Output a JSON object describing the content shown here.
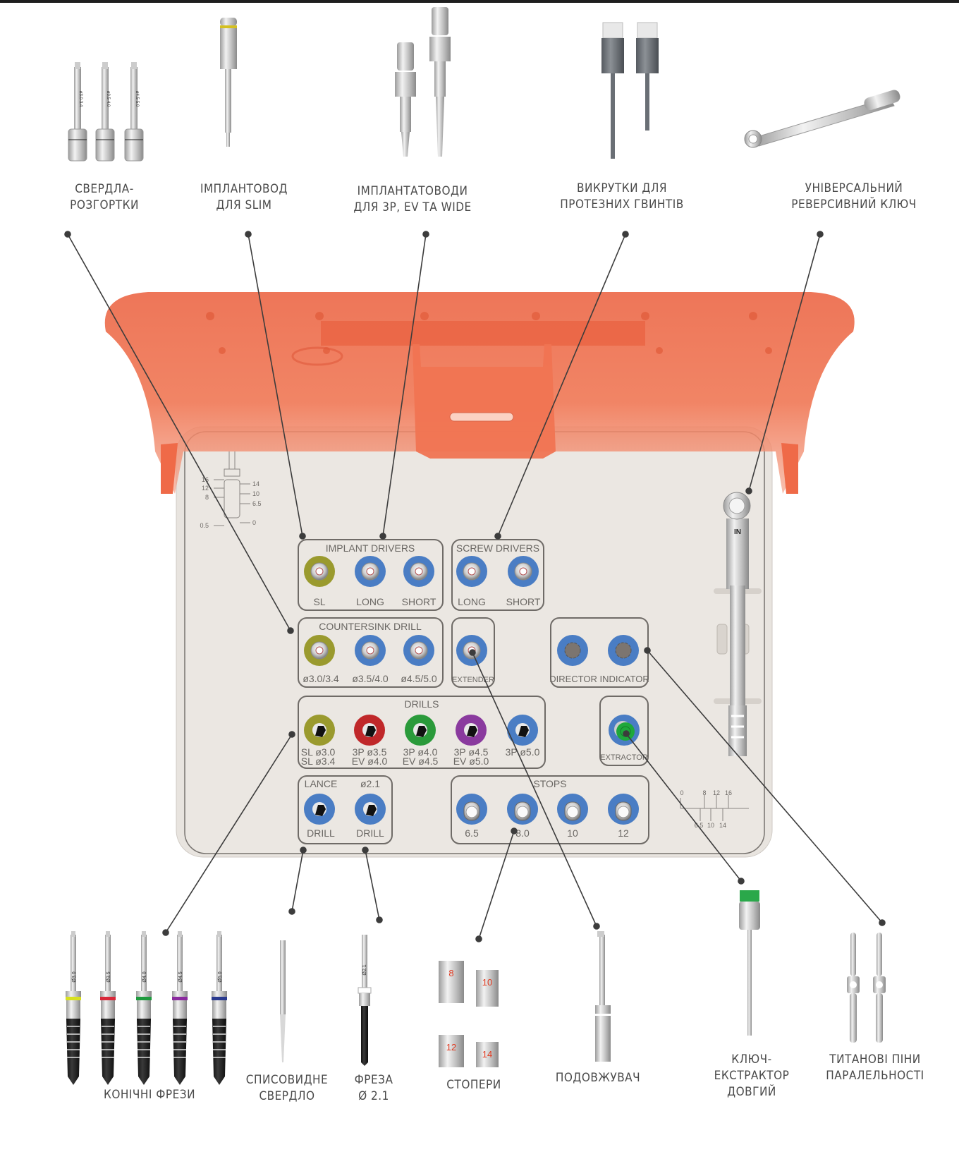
{
  "top_labels": [
    {
      "id": "reamers",
      "lines": [
        "СВЕРДЛА-",
        "РОЗГОРТКИ"
      ]
    },
    {
      "id": "slim-driver",
      "lines": [
        "ІМПЛАНТОВОД",
        "ДЛЯ SLIM"
      ]
    },
    {
      "id": "drivers-3p",
      "lines": [
        "ІМПЛАНТАТОВОДИ",
        "ДЛЯ 3P, EV ТА WIDE"
      ]
    },
    {
      "id": "screwdrivers",
      "lines": [
        "ВИКРУТКИ ДЛЯ",
        "ПРОТЕЗНИХ ГВИНТІВ"
      ]
    },
    {
      "id": "wrench",
      "lines": [
        "УНІВЕРСАЛЬНИЙ",
        "РЕВЕРСИВНИЙ КЛЮЧ"
      ]
    }
  ],
  "bottom_labels": [
    {
      "id": "conical-drills",
      "lines": [
        "КОНІЧНІ ФРЕЗИ"
      ]
    },
    {
      "id": "lance-drill",
      "lines": [
        "СПИСОВИДНЕ",
        "СВЕРДЛО"
      ]
    },
    {
      "id": "drill-21",
      "lines": [
        "ФРЕЗА",
        "Ø 2.1"
      ]
    },
    {
      "id": "stops",
      "lines": [
        "СТОПЕРИ"
      ]
    },
    {
      "id": "extender",
      "lines": [
        "ПОДОВЖУВАЧ"
      ]
    },
    {
      "id": "extractor",
      "lines": [
        "КЛЮЧ-",
        "ЕКСТРАКТОР",
        "ДОВГИЙ"
      ]
    },
    {
      "id": "pins",
      "lines": [
        "ТИТАНОВІ ПІНИ",
        "ПАРАЛЕЛЬНОСТІ"
      ]
    }
  ],
  "reamer_marks": [
    "ø3.0-3.4",
    "ø3.5-4.0",
    "ø4.5-5.0"
  ],
  "drill_marks": [
    "Ø3.0",
    "Ø3.5",
    "Ø4.0",
    "Ø4.5",
    "Ø5.0"
  ],
  "drill21_mark": "Ø2.1",
  "stop_numbers": [
    "8",
    "10",
    "12",
    "14"
  ],
  "tray": {
    "implant_drivers": {
      "title": "IMPLANT DRIVERS",
      "items": [
        "SL",
        "LONG",
        "SHORT"
      ]
    },
    "screw_drivers": {
      "title": "SCREW DRIVERS",
      "items": [
        "LONG",
        "SHORT"
      ]
    },
    "countersink": {
      "title": "COUNTERSINK DRILL",
      "items": [
        "ø3.0/3.4",
        "ø3.5/4.0",
        "ø4.5/5.0"
      ]
    },
    "extender": {
      "label": "EXTENDER"
    },
    "director": {
      "label": "DIRECTOR INDICATOR"
    },
    "drills": {
      "title": "DRILLS",
      "items": [
        [
          "SL ø3.0",
          "SL ø3.4"
        ],
        [
          "3P ø3.5",
          "EV ø4.0"
        ],
        [
          "3P ø4.0",
          "EV ø4.5"
        ],
        [
          "3P ø4.5",
          "EV ø5.0"
        ],
        [
          "3P ø5.0",
          ""
        ]
      ]
    },
    "extractor": {
      "label": "EXTRACTOR"
    },
    "lance": {
      "top": [
        "LANCE",
        "ø2.1"
      ],
      "bottom": [
        "DRILL",
        "DRILL"
      ]
    },
    "stops": {
      "title": "STOPS",
      "items": [
        "6.5",
        "8.0",
        "10",
        "12"
      ]
    },
    "depth_left": {
      "left": [
        "16",
        "12",
        "8",
        "0.5"
      ],
      "right": [
        "14",
        "10",
        "6.5",
        "0"
      ]
    },
    "depth_right": {
      "top": [
        "0",
        "8",
        "12",
        "16"
      ],
      "bottom": [
        "6.5",
        "10",
        "14"
      ]
    },
    "wrench_mark": "IN"
  },
  "colors": {
    "lid": "#ef6a48",
    "tray": "#e6e2dd",
    "blue": "#4a7dc4",
    "olive": "#9a9a2e",
    "red": "#c0282a",
    "green": "#2a9a3a",
    "purple": "#8a3a9e",
    "leader": "#3c3c3c",
    "text": "#4a4a4a"
  }
}
